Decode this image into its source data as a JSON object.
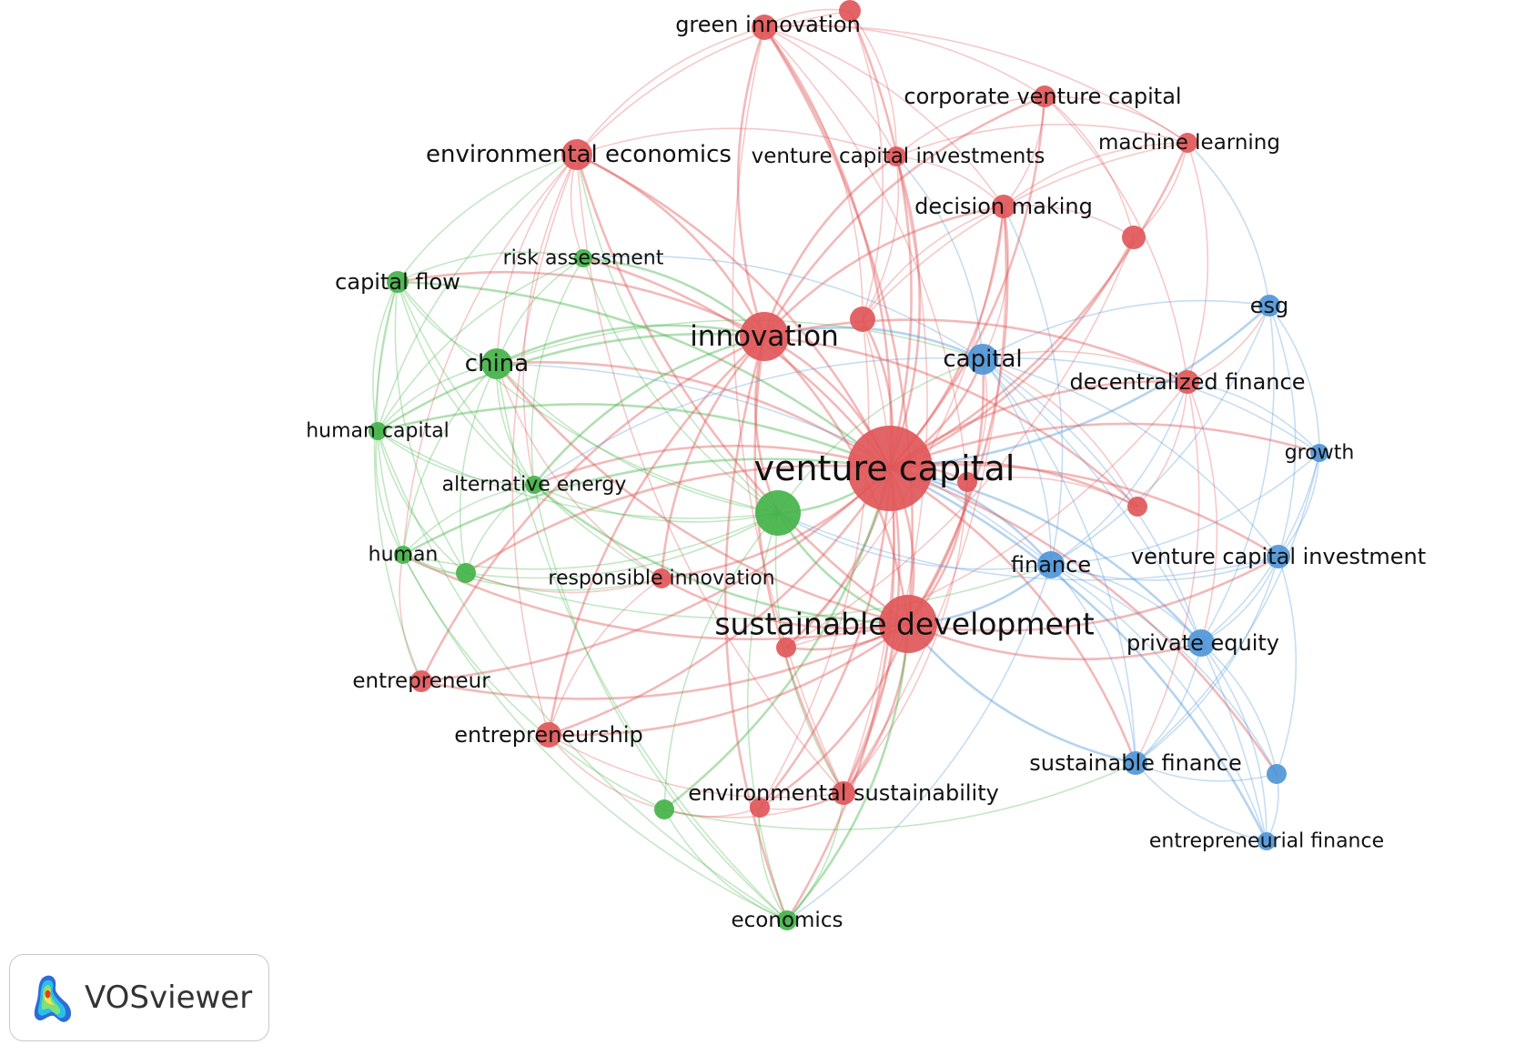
{
  "colors": {
    "red": "#e15759",
    "green": "#44b349",
    "blue": "#4f96d8"
  },
  "app": {
    "name": "VOSviewer",
    "logo_icon": "vosviewer-density-logo-icon"
  },
  "network": {
    "nodes": [
      {
        "id": "venture_capital",
        "label": "venture capital",
        "cluster": "red"
      },
      {
        "id": "sustainable_development",
        "label": "sustainable development",
        "cluster": "red"
      },
      {
        "id": "innovation",
        "label": "innovation",
        "cluster": "red"
      },
      {
        "id": "environmental_economics",
        "label": "environmental economics",
        "cluster": "red"
      },
      {
        "id": "green_innovation",
        "label": "green innovation",
        "cluster": "red"
      },
      {
        "id": "corporate_venture_capital",
        "label": "corporate venture capital",
        "cluster": "red"
      },
      {
        "id": "machine_learning",
        "label": "machine learning",
        "cluster": "red"
      },
      {
        "id": "venture_capital_investments",
        "label": "venture capital investments",
        "cluster": "red"
      },
      {
        "id": "decision_making",
        "label": "decision making",
        "cluster": "red"
      },
      {
        "id": "decentralized_finance",
        "label": "decentralized finance",
        "cluster": "red"
      },
      {
        "id": "responsible_innovation",
        "label": "responsible innovation",
        "cluster": "red"
      },
      {
        "id": "entrepreneur",
        "label": "entrepreneur",
        "cluster": "red"
      },
      {
        "id": "entrepreneurship",
        "label": "entrepreneurship",
        "cluster": "red"
      },
      {
        "id": "environmental_sustainability",
        "label": "environmental sustainability",
        "cluster": "red"
      },
      {
        "id": "red_u1",
        "label": "",
        "cluster": "red"
      },
      {
        "id": "red_u2",
        "label": "",
        "cluster": "red"
      },
      {
        "id": "red_u3",
        "label": "",
        "cluster": "red"
      },
      {
        "id": "red_u4",
        "label": "",
        "cluster": "red"
      },
      {
        "id": "red_u5",
        "label": "",
        "cluster": "red"
      },
      {
        "id": "red_u6",
        "label": "",
        "cluster": "red"
      },
      {
        "id": "red_u7",
        "label": "",
        "cluster": "red"
      },
      {
        "id": "china",
        "label": "china",
        "cluster": "green"
      },
      {
        "id": "capital_flow",
        "label": "capital flow",
        "cluster": "green"
      },
      {
        "id": "risk_assessment",
        "label": "risk assessment",
        "cluster": "green"
      },
      {
        "id": "human_capital",
        "label": "human capital",
        "cluster": "green"
      },
      {
        "id": "alternative_energy",
        "label": "alternative energy",
        "cluster": "green"
      },
      {
        "id": "human",
        "label": "human",
        "cluster": "green"
      },
      {
        "id": "economics",
        "label": "economics",
        "cluster": "green"
      },
      {
        "id": "green_big",
        "label": "",
        "cluster": "green"
      },
      {
        "id": "green_u1",
        "label": "",
        "cluster": "green"
      },
      {
        "id": "green_u2",
        "label": "",
        "cluster": "green"
      },
      {
        "id": "capital",
        "label": "capital",
        "cluster": "blue"
      },
      {
        "id": "esg",
        "label": "esg",
        "cluster": "blue"
      },
      {
        "id": "growth",
        "label": "growth",
        "cluster": "blue"
      },
      {
        "id": "finance",
        "label": "finance",
        "cluster": "blue"
      },
      {
        "id": "venture_capital_investment",
        "label": "venture capital investment",
        "cluster": "blue"
      },
      {
        "id": "private_equity",
        "label": "private equity",
        "cluster": "blue"
      },
      {
        "id": "sustainable_finance",
        "label": "sustainable finance",
        "cluster": "blue"
      },
      {
        "id": "entrepreneurial_finance",
        "label": "entrepreneurial finance",
        "cluster": "blue"
      },
      {
        "id": "blue_u1",
        "label": "",
        "cluster": "blue"
      }
    ],
    "links": [
      [
        "venture_capital",
        "sustainable_development"
      ],
      [
        "venture_capital",
        "innovation"
      ],
      [
        "venture_capital",
        "environmental_economics"
      ],
      [
        "venture_capital",
        "green_innovation"
      ],
      [
        "venture_capital",
        "corporate_venture_capital"
      ],
      [
        "venture_capital",
        "machine_learning"
      ],
      [
        "venture_capital",
        "venture_capital_investments"
      ],
      [
        "venture_capital",
        "decision_making"
      ],
      [
        "venture_capital",
        "decentralized_finance"
      ],
      [
        "venture_capital",
        "responsible_innovation"
      ],
      [
        "venture_capital",
        "entrepreneur"
      ],
      [
        "venture_capital",
        "entrepreneurship"
      ],
      [
        "venture_capital",
        "environmental_sustainability"
      ],
      [
        "venture_capital",
        "red_u1"
      ],
      [
        "venture_capital",
        "red_u2"
      ],
      [
        "venture_capital",
        "red_u3"
      ],
      [
        "venture_capital",
        "red_u4"
      ],
      [
        "venture_capital",
        "red_u5"
      ],
      [
        "venture_capital",
        "red_u6"
      ],
      [
        "venture_capital",
        "red_u7"
      ],
      [
        "venture_capital",
        "china"
      ],
      [
        "venture_capital",
        "capital_flow"
      ],
      [
        "venture_capital",
        "risk_assessment"
      ],
      [
        "venture_capital",
        "human_capital"
      ],
      [
        "venture_capital",
        "alternative_energy"
      ],
      [
        "venture_capital",
        "human"
      ],
      [
        "venture_capital",
        "economics"
      ],
      [
        "venture_capital",
        "green_big"
      ],
      [
        "venture_capital",
        "green_u1"
      ],
      [
        "venture_capital",
        "green_u2"
      ],
      [
        "venture_capital",
        "capital"
      ],
      [
        "venture_capital",
        "esg"
      ],
      [
        "venture_capital",
        "growth"
      ],
      [
        "venture_capital",
        "finance"
      ],
      [
        "venture_capital",
        "venture_capital_investment"
      ],
      [
        "venture_capital",
        "private_equity"
      ],
      [
        "venture_capital",
        "sustainable_finance"
      ],
      [
        "venture_capital",
        "entrepreneurial_finance"
      ],
      [
        "venture_capital",
        "blue_u1"
      ],
      [
        "sustainable_development",
        "innovation"
      ],
      [
        "sustainable_development",
        "environmental_economics"
      ],
      [
        "sustainable_development",
        "green_innovation"
      ],
      [
        "sustainable_development",
        "china"
      ],
      [
        "sustainable_development",
        "green_big"
      ],
      [
        "sustainable_development",
        "capital"
      ],
      [
        "sustainable_development",
        "finance"
      ],
      [
        "sustainable_development",
        "private_equity"
      ],
      [
        "sustainable_development",
        "sustainable_finance"
      ],
      [
        "sustainable_development",
        "environmental_sustainability"
      ],
      [
        "sustainable_development",
        "economics"
      ],
      [
        "sustainable_development",
        "responsible_innovation"
      ],
      [
        "sustainable_development",
        "entrepreneurship"
      ],
      [
        "sustainable_development",
        "red_u4"
      ],
      [
        "sustainable_development",
        "red_u6"
      ],
      [
        "sustainable_development",
        "red_u7"
      ],
      [
        "sustainable_development",
        "alternative_energy"
      ],
      [
        "sustainable_development",
        "human"
      ],
      [
        "sustainable_development",
        "decision_making"
      ],
      [
        "sustainable_development",
        "venture_capital_investment"
      ],
      [
        "innovation",
        "environmental_economics"
      ],
      [
        "innovation",
        "green_innovation"
      ],
      [
        "innovation",
        "china"
      ],
      [
        "innovation",
        "green_big"
      ],
      [
        "innovation",
        "capital"
      ],
      [
        "innovation",
        "venture_capital_investments"
      ],
      [
        "innovation",
        "decision_making"
      ],
      [
        "innovation",
        "corporate_venture_capital"
      ],
      [
        "innovation",
        "risk_assessment"
      ],
      [
        "innovation",
        "capital_flow"
      ],
      [
        "innovation",
        "alternative_energy"
      ],
      [
        "innovation",
        "economics"
      ],
      [
        "innovation",
        "responsible_innovation"
      ],
      [
        "innovation",
        "environmental_sustainability"
      ],
      [
        "innovation",
        "human_capital"
      ],
      [
        "environmental_economics",
        "china"
      ],
      [
        "environmental_economics",
        "capital_flow"
      ],
      [
        "environmental_economics",
        "risk_assessment"
      ],
      [
        "environmental_economics",
        "human_capital"
      ],
      [
        "environmental_economics",
        "alternative_energy"
      ],
      [
        "environmental_economics",
        "green_big"
      ],
      [
        "environmental_economics",
        "human"
      ],
      [
        "environmental_economics",
        "green_innovation"
      ],
      [
        "environmental_economics",
        "environmental_sustainability"
      ],
      [
        "environmental_economics",
        "red_u1"
      ],
      [
        "environmental_economics",
        "venture_capital_investments"
      ],
      [
        "environmental_economics",
        "entrepreneurship"
      ],
      [
        "green_innovation",
        "red_u1"
      ],
      [
        "green_innovation",
        "decision_making"
      ],
      [
        "green_innovation",
        "venture_capital_investments"
      ],
      [
        "green_innovation",
        "corporate_venture_capital"
      ],
      [
        "green_innovation",
        "machine_learning"
      ],
      [
        "green_innovation",
        "red_u3"
      ],
      [
        "green_innovation",
        "environmental_sustainability"
      ],
      [
        "green_innovation",
        "red_u4"
      ],
      [
        "corporate_venture_capital",
        "venture_capital_investments"
      ],
      [
        "corporate_venture_capital",
        "decision_making"
      ],
      [
        "corporate_venture_capital",
        "machine_learning"
      ],
      [
        "corporate_venture_capital",
        "red_u2"
      ],
      [
        "corporate_venture_capital",
        "decentralized_finance"
      ],
      [
        "machine_learning",
        "decision_making"
      ],
      [
        "machine_learning",
        "decentralized_finance"
      ],
      [
        "machine_learning",
        "red_u2"
      ],
      [
        "machine_learning",
        "red_u3"
      ],
      [
        "machine_learning",
        "esg"
      ],
      [
        "machine_learning",
        "venture_capital_investments"
      ],
      [
        "venture_capital_investments",
        "decision_making"
      ],
      [
        "venture_capital_investments",
        "red_u3"
      ],
      [
        "venture_capital_investments",
        "capital"
      ],
      [
        "venture_capital_investments",
        "environmental_sustainability"
      ],
      [
        "venture_capital_investments",
        "red_u1"
      ],
      [
        "decision_making",
        "red_u2"
      ],
      [
        "decision_making",
        "red_u3"
      ],
      [
        "decision_making",
        "capital"
      ],
      [
        "decision_making",
        "finance"
      ],
      [
        "decision_making",
        "environmental_sustainability"
      ],
      [
        "decision_making",
        "red_u6"
      ],
      [
        "decentralized_finance",
        "esg"
      ],
      [
        "decentralized_finance",
        "growth"
      ],
      [
        "decentralized_finance",
        "capital"
      ],
      [
        "decentralized_finance",
        "finance"
      ],
      [
        "decentralized_finance",
        "red_u5"
      ],
      [
        "decentralized_finance",
        "red_u6"
      ],
      [
        "decentralized_finance",
        "private_equity"
      ],
      [
        "decentralized_finance",
        "innovation"
      ],
      [
        "decentralized_finance",
        "sustainable_finance"
      ],
      [
        "responsible_innovation",
        "human"
      ],
      [
        "responsible_innovation",
        "green_u1"
      ],
      [
        "responsible_innovation",
        "entrepreneurship"
      ],
      [
        "responsible_innovation",
        "china"
      ],
      [
        "responsible_innovation",
        "capital_flow"
      ],
      [
        "entrepreneur",
        "human"
      ],
      [
        "entrepreneur",
        "capital_flow"
      ],
      [
        "entrepreneur",
        "sustainable_development"
      ],
      [
        "entrepreneur",
        "innovation"
      ],
      [
        "entrepreneurship",
        "green_u2"
      ],
      [
        "entrepreneurship",
        "innovation"
      ],
      [
        "entrepreneurship",
        "environmental_sustainability"
      ],
      [
        "environmental_sustainability",
        "red_u4"
      ],
      [
        "environmental_sustainability",
        "red_u7"
      ],
      [
        "environmental_sustainability",
        "economics"
      ],
      [
        "environmental_sustainability",
        "green_u2"
      ],
      [
        "environmental_sustainability",
        "green_big"
      ],
      [
        "environmental_sustainability",
        "red_u3"
      ],
      [
        "red_u7",
        "economics"
      ],
      [
        "red_u7",
        "green_u2"
      ],
      [
        "red_u7",
        "red_u3"
      ],
      [
        "red_u4",
        "capital"
      ],
      [
        "red_u4",
        "red_u5"
      ],
      [
        "red_u1",
        "red_u3"
      ],
      [
        "red_u2",
        "red_u6"
      ],
      [
        "red_u5",
        "capital"
      ],
      [
        "red_u5",
        "innovation"
      ],
      [
        "china",
        "capital_flow"
      ],
      [
        "china",
        "risk_assessment"
      ],
      [
        "china",
        "human_capital"
      ],
      [
        "china",
        "alternative_energy"
      ],
      [
        "china",
        "human"
      ],
      [
        "china",
        "green_big"
      ],
      [
        "china",
        "green_u1"
      ],
      [
        "china",
        "economics"
      ],
      [
        "china",
        "capital"
      ],
      [
        "china",
        "finance"
      ],
      [
        "capital_flow",
        "human_capital"
      ],
      [
        "capital_flow",
        "alternative_energy"
      ],
      [
        "capital_flow",
        "human"
      ],
      [
        "capital_flow",
        "green_u1"
      ],
      [
        "capital_flow",
        "green_big"
      ],
      [
        "capital_flow",
        "risk_assessment"
      ],
      [
        "risk_assessment",
        "green_big"
      ],
      [
        "risk_assessment",
        "alternative_energy"
      ],
      [
        "risk_assessment",
        "human_capital"
      ],
      [
        "risk_assessment",
        "capital"
      ],
      [
        "human_capital",
        "human"
      ],
      [
        "human_capital",
        "alternative_energy"
      ],
      [
        "human_capital",
        "green_big"
      ],
      [
        "human_capital",
        "green_u1"
      ],
      [
        "human_capital",
        "economics"
      ],
      [
        "alternative_energy",
        "green_big"
      ],
      [
        "alternative_energy",
        "human"
      ],
      [
        "alternative_energy",
        "green_u1"
      ],
      [
        "alternative_energy",
        "economics"
      ],
      [
        "alternative_energy",
        "capital"
      ],
      [
        "human",
        "green_u1"
      ],
      [
        "human",
        "green_big"
      ],
      [
        "human",
        "green_u2"
      ],
      [
        "human",
        "economics"
      ],
      [
        "green_big",
        "green_u1"
      ],
      [
        "green_big",
        "economics"
      ],
      [
        "green_big",
        "capital"
      ],
      [
        "green_big",
        "finance"
      ],
      [
        "green_big",
        "green_u2"
      ],
      [
        "green_big",
        "venture_capital_investment"
      ],
      [
        "green_u1",
        "finance"
      ],
      [
        "green_u2",
        "economics"
      ],
      [
        "green_u2",
        "sustainable_finance"
      ],
      [
        "economics",
        "finance"
      ],
      [
        "capital",
        "esg"
      ],
      [
        "capital",
        "growth"
      ],
      [
        "capital",
        "finance"
      ],
      [
        "capital",
        "private_equity"
      ],
      [
        "capital",
        "venture_capital_investment"
      ],
      [
        "capital",
        "sustainable_finance"
      ],
      [
        "capital",
        "entrepreneurial_finance"
      ],
      [
        "esg",
        "growth"
      ],
      [
        "esg",
        "private_equity"
      ],
      [
        "esg",
        "finance"
      ],
      [
        "esg",
        "venture_capital_investment"
      ],
      [
        "growth",
        "finance"
      ],
      [
        "growth",
        "private_equity"
      ],
      [
        "growth",
        "venture_capital_investment"
      ],
      [
        "growth",
        "sustainable_finance"
      ],
      [
        "finance",
        "private_equity"
      ],
      [
        "finance",
        "venture_capital_investment"
      ],
      [
        "finance",
        "sustainable_finance"
      ],
      [
        "finance",
        "entrepreneurial_finance"
      ],
      [
        "finance",
        "blue_u1"
      ],
      [
        "venture_capital_investment",
        "private_equity"
      ],
      [
        "venture_capital_investment",
        "sustainable_finance"
      ],
      [
        "venture_capital_investment",
        "blue_u1"
      ],
      [
        "private_equity",
        "sustainable_finance"
      ],
      [
        "private_equity",
        "entrepreneurial_finance"
      ],
      [
        "private_equity",
        "blue_u1"
      ],
      [
        "sustainable_finance",
        "entrepreneurial_finance"
      ],
      [
        "sustainable_finance",
        "blue_u1"
      ],
      [
        "entrepreneurial_finance",
        "blue_u1"
      ]
    ]
  }
}
